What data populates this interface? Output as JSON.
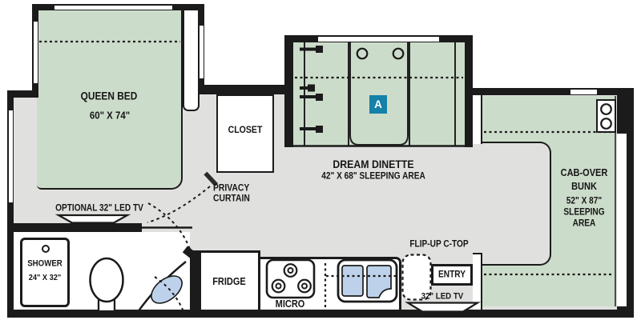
{
  "plan": {
    "bedroom": {
      "bed_line1": "QUEEN BED",
      "bed_line2": "60\" X 74\"",
      "tv_label": "OPTIONAL 32\" LED TV"
    },
    "closet_label": "CLOSET",
    "privacy_curtain": {
      "line1": "PRIVACY",
      "line2": "CURTAIN"
    },
    "dinette": {
      "name": "DREAM DINETTE",
      "size": "42\" X 68\" SLEEPING AREA",
      "badge": "A"
    },
    "cab_over_bunk": {
      "line1": "CAB-OVER",
      "line2": "BUNK",
      "line3": "52\" X 87\"",
      "line4": "SLEEPING",
      "line5": "AREA"
    },
    "bathroom": {
      "shower_line1": "SHOWER",
      "shower_line2": "24\" X 32\""
    },
    "kitchen": {
      "fridge_label": "FRIDGE",
      "micro_label": "MICRO",
      "flip_up_label": "FLIP-UP C-TOP"
    },
    "entry": {
      "door_label": "ENTRY",
      "tv_label": "32\" LED TV"
    }
  },
  "colors": {
    "furniture_green": "#ccdcca",
    "floor_gray": "#e0e1de",
    "wall_black": "#1b1b1b",
    "badge_blue": "#1581a9",
    "sink_blue": "#bdd2ea"
  }
}
